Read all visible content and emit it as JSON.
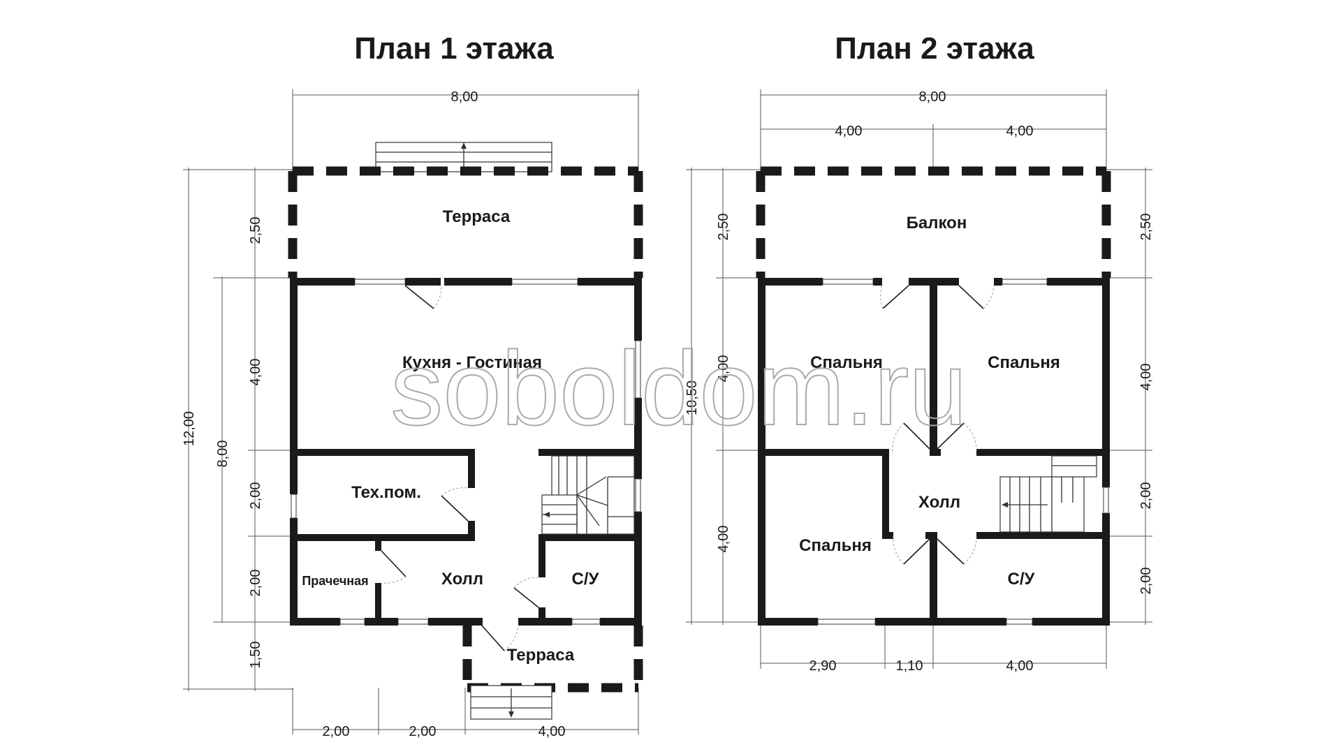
{
  "titles": {
    "floor1": "План 1 этажа",
    "floor2": "План 2 этажа"
  },
  "watermark": "soboldom.ru",
  "floor1": {
    "rooms": {
      "terrace_top": "Терраса",
      "kitchen_living": "Кухня - Гостиная",
      "tech_room": "Тех.пом.",
      "laundry": "Прачечная",
      "hall": "Холл",
      "bathroom": "С/У",
      "terrace_bottom": "Терраса"
    },
    "dimensions": {
      "top_width": "8,00",
      "left_terrace": "2,50",
      "left_kitchen": "4,00",
      "left_tech": "2,00",
      "left_laundry": "2,00",
      "left_porch": "1,50",
      "total_height": "12,00",
      "house_height": "8,00",
      "bottom_1": "2,00",
      "bottom_2": "2,00",
      "bottom_3": "4,00"
    }
  },
  "floor2": {
    "rooms": {
      "balcony": "Балкон",
      "bedroom_top_left": "Спальня",
      "bedroom_top_right": "Спальня",
      "bedroom_bottom_left": "Спальня",
      "hall": "Холл",
      "bathroom": "С/У"
    },
    "dimensions": {
      "top_width": "8,00",
      "top_left_half": "4,00",
      "top_right_half": "4,00",
      "left_balcony": "2,50",
      "left_upper": "4,00",
      "left_lower": "4,00",
      "left_total": "10,50",
      "right_balcony": "2,50",
      "right_upper": "4,00",
      "right_mid": "2,00",
      "right_lower": "2,00",
      "bottom_1": "2,90",
      "bottom_2": "1,10",
      "bottom_3": "4,00"
    }
  },
  "colors": {
    "wall": "#1a1a1a",
    "watermark": "#aaaaaa"
  }
}
